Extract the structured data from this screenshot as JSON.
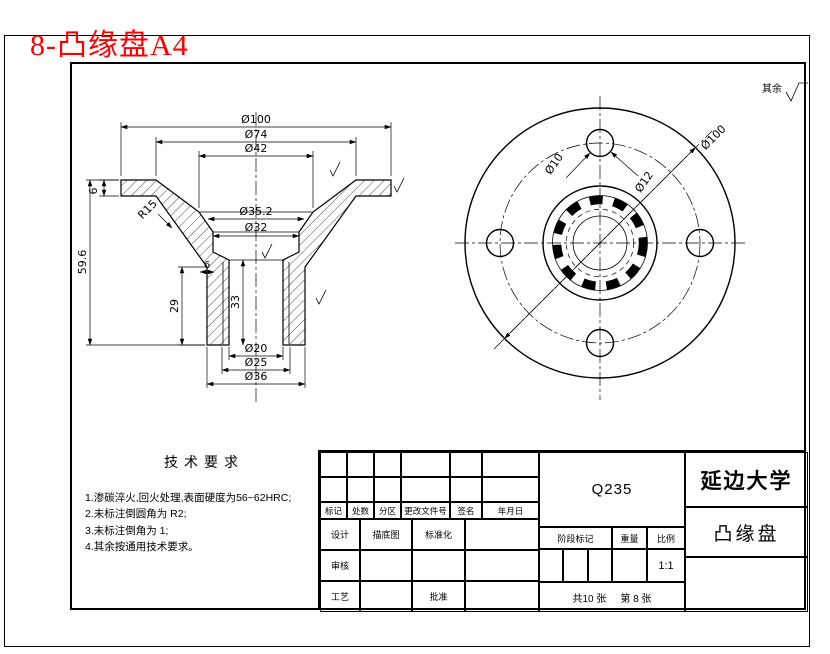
{
  "title": "8-凸缘盘A4",
  "surface_note": "其余",
  "section_view": {
    "d100": "Ø100",
    "d74": "Ø74",
    "d42": "Ø42",
    "d35_2": "Ø35.2",
    "d32": "Ø32",
    "d20": "Ø20",
    "d25": "Ø25",
    "d36": "Ø36",
    "h59_6": "59.6",
    "h29": "29",
    "h33": "33",
    "t6_flange": "6",
    "t6_step": "6",
    "r15": "R15"
  },
  "front_view": {
    "d10": "Ø10",
    "d12": "Ø12",
    "d100": "Ø100"
  },
  "tech_req": {
    "heading": "技术要求",
    "items": [
      "1.渗碳淬火,回火处理,表面硬度为56~62HRC;",
      "2.未标注倒圆角为 R2;",
      "3.未标注倒角为 1;",
      "4.其余按通用技术要求。"
    ]
  },
  "title_block": {
    "material": "Q235",
    "org": "延边大学",
    "part": "凸缘盘",
    "col_mark": "标记",
    "col_count": "处数",
    "col_zone": "分区",
    "col_doc": "更改文件号",
    "col_sign": "签名",
    "col_date": "年月日",
    "role_design": "设计",
    "role_trace": "描底图",
    "role_std": "标准化",
    "role_check": "审核",
    "role_process": "工艺",
    "role_approve": "批准",
    "stage": "阶段标记",
    "weight": "重量",
    "scale": "比例",
    "scale_value": "1:1",
    "sheets_total": "共10 张",
    "sheet_no": "第 8 张"
  }
}
